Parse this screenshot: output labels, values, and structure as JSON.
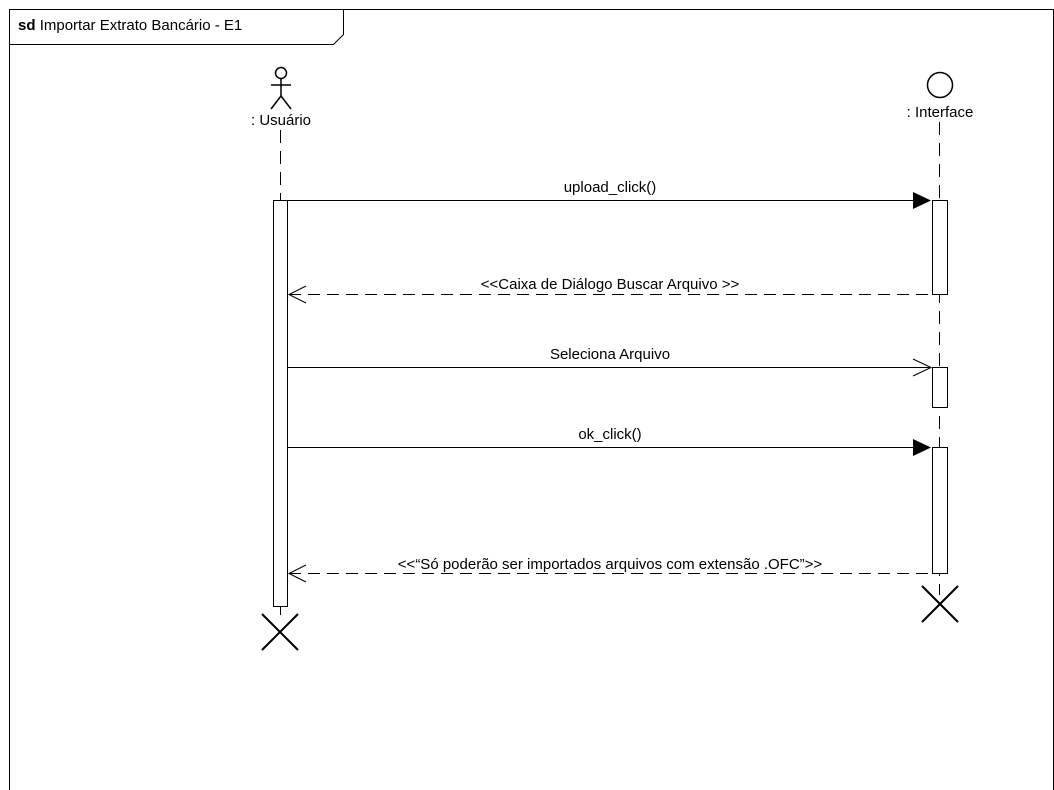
{
  "frame": {
    "keyword": "sd",
    "title": "Importar Extrato Bancário - E1"
  },
  "lifelines": {
    "user": {
      "label": ": Usuário",
      "kind": "actor"
    },
    "interface": {
      "label": ": Interface",
      "kind": "boundary"
    }
  },
  "messages": [
    {
      "id": "m1",
      "label": "upload_click()",
      "type": "synchronous",
      "from": "user",
      "to": "interface"
    },
    {
      "id": "m2",
      "label": "<<Caixa de Diálogo Buscar Arquivo >>",
      "type": "reply",
      "from": "interface",
      "to": "user"
    },
    {
      "id": "m3",
      "label": "Seleciona Arquivo",
      "type": "asynchronous",
      "from": "user",
      "to": "interface"
    },
    {
      "id": "m4",
      "label": "ok_click()",
      "type": "synchronous",
      "from": "user",
      "to": "interface"
    },
    {
      "id": "m5",
      "label": "<<“Só poderão ser importados arquivos com extensão .OFC”>>",
      "type": "reply",
      "from": "interface",
      "to": "user"
    }
  ],
  "colors": {
    "stroke": "#000000",
    "background": "#ffffff"
  }
}
